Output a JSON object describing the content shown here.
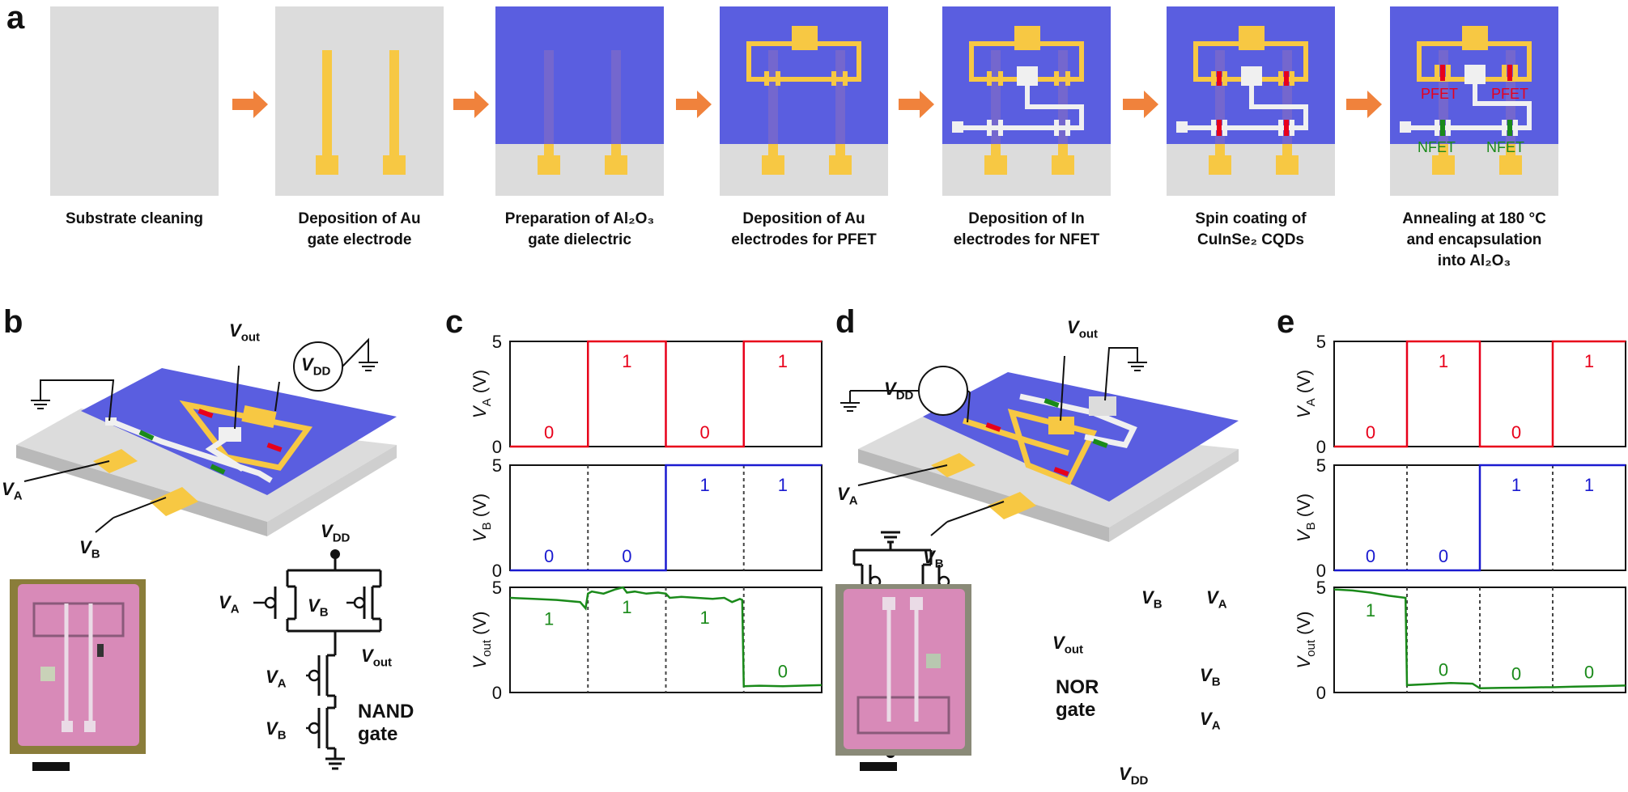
{
  "panel_labels": {
    "a": "a",
    "b": "b",
    "c": "c",
    "d": "d",
    "e": "e"
  },
  "colors": {
    "substrate": "#dcdcdc",
    "dielectric": "#5a5ee0",
    "gold": "#f7c843",
    "indium": "#f0f0f0",
    "arrow": "#f0823c",
    "red": "#e8001a",
    "blue": "#1a1ad0",
    "green": "#1a8a1a",
    "chip_pink": "#d88ab8"
  },
  "steps": [
    {
      "line1": "Substrate cleaning",
      "line2": "",
      "line3": ""
    },
    {
      "line1": "Deposition of Au",
      "line2": "gate electrode",
      "line3": ""
    },
    {
      "line1": "Preparation of Al₂O₃",
      "line2": "gate dielectric",
      "line3": ""
    },
    {
      "line1": "Deposition of Au",
      "line2": "electrodes for PFET",
      "line3": ""
    },
    {
      "line1": "Deposition of In",
      "line2": "electrodes for NFET",
      "line3": ""
    },
    {
      "line1": "Spin coating of",
      "line2": "CuInSe₂ CQDs",
      "line3": ""
    },
    {
      "line1": "Annealing at 180 °C",
      "line2": "and encapsulation",
      "line3": "into Al₂O₃"
    }
  ],
  "device_labels": {
    "pfet": "PFET",
    "nfet": "NFET"
  },
  "panel_b": {
    "vout": "V",
    "vout_sub": "out",
    "vdd": "V",
    "vdd_sub": "DD",
    "va": "V",
    "va_sub": "A",
    "vb": "V",
    "vb_sub": "B",
    "gate_name_1": "NAND",
    "gate_name_2": "gate"
  },
  "panel_d": {
    "vout": "V",
    "vout_sub": "out",
    "vdd": "V",
    "vdd_sub": "DD",
    "va": "V",
    "va_sub": "A",
    "vb": "V",
    "vb_sub": "B",
    "gate_name_1": "NOR",
    "gate_name_2": "gate"
  },
  "chart_data": [
    {
      "type": "line",
      "panel": "c",
      "ylabel": "V",
      "ylabel_sub": "A",
      "ylabel_unit": " (V)",
      "ylim": [
        0,
        5
      ],
      "yticks": [
        0,
        5
      ],
      "series": [
        {
          "color": "#e8001a",
          "x": [
            0,
            1,
            1,
            2,
            2,
            3,
            3,
            4
          ],
          "y": [
            0,
            0,
            5,
            5,
            0,
            0,
            5,
            5
          ]
        }
      ],
      "state_labels": [
        "0",
        "1",
        "0",
        "1"
      ]
    },
    {
      "type": "line",
      "panel": "c",
      "ylabel": "V",
      "ylabel_sub": "B",
      "ylabel_unit": " (V)",
      "ylim": [
        0,
        5
      ],
      "yticks": [
        0,
        5
      ],
      "series": [
        {
          "color": "#1a1ad0",
          "x": [
            0,
            2,
            2,
            4
          ],
          "y": [
            0,
            0,
            5,
            5
          ]
        }
      ],
      "state_labels": [
        "0",
        "0",
        "1",
        "1"
      ]
    },
    {
      "type": "line",
      "panel": "c",
      "ylabel": "V",
      "ylabel_sub": "out",
      "ylabel_unit": " (V)",
      "ylim": [
        0,
        5
      ],
      "yticks": [
        0,
        5
      ],
      "series": [
        {
          "color": "#1a8a1a",
          "x": [
            0,
            0.3,
            0.6,
            0.9,
            0.97,
            1.0,
            1.05,
            1.2,
            1.35,
            1.45,
            1.5,
            1.6,
            1.75,
            1.9,
            2.0,
            2.05,
            2.2,
            2.4,
            2.6,
            2.75,
            2.85,
            2.95,
            2.98,
            3.0,
            3.2,
            3.5,
            3.8,
            4.0
          ],
          "y": [
            4.5,
            4.45,
            4.4,
            4.3,
            4.0,
            4.7,
            4.8,
            4.7,
            4.9,
            5.0,
            4.75,
            4.8,
            4.7,
            4.75,
            4.7,
            4.5,
            4.55,
            4.5,
            4.45,
            4.5,
            4.3,
            4.45,
            4.4,
            0.3,
            0.32,
            0.3,
            0.33,
            0.35
          ]
        }
      ],
      "state_labels": [
        "1",
        "1",
        "1",
        "0"
      ]
    },
    {
      "type": "line",
      "panel": "e",
      "ylabel": "V",
      "ylabel_sub": "A",
      "ylabel_unit": " (V)",
      "ylim": [
        0,
        5
      ],
      "yticks": [
        0,
        5
      ],
      "series": [
        {
          "color": "#e8001a",
          "x": [
            0,
            1,
            1,
            2,
            2,
            3,
            3,
            4
          ],
          "y": [
            0,
            0,
            5,
            5,
            0,
            0,
            5,
            5
          ]
        }
      ],
      "state_labels": [
        "0",
        "1",
        "0",
        "1"
      ]
    },
    {
      "type": "line",
      "panel": "e",
      "ylabel": "V",
      "ylabel_sub": "B",
      "ylabel_unit": " (V)",
      "ylim": [
        0,
        5
      ],
      "yticks": [
        0,
        5
      ],
      "series": [
        {
          "color": "#1a1ad0",
          "x": [
            0,
            2,
            2,
            4
          ],
          "y": [
            0,
            0,
            5,
            5
          ]
        }
      ],
      "state_labels": [
        "0",
        "0",
        "1",
        "1"
      ]
    },
    {
      "type": "line",
      "panel": "e",
      "ylabel": "V",
      "ylabel_sub": "out",
      "ylabel_unit": " (V)",
      "ylim": [
        0,
        5
      ],
      "yticks": [
        0,
        5
      ],
      "series": [
        {
          "color": "#1a8a1a",
          "x": [
            0,
            0.25,
            0.5,
            0.75,
            0.98,
            1.0,
            1.3,
            1.6,
            1.9,
            2.0,
            2.3,
            2.6,
            2.9,
            3.0,
            3.3,
            3.6,
            4.0
          ],
          "y": [
            4.9,
            4.85,
            4.75,
            4.6,
            4.5,
            0.35,
            0.4,
            0.45,
            0.42,
            0.2,
            0.22,
            0.23,
            0.25,
            0.25,
            0.28,
            0.3,
            0.33
          ]
        }
      ],
      "state_labels": [
        "1",
        "0",
        "0",
        "0"
      ]
    }
  ]
}
